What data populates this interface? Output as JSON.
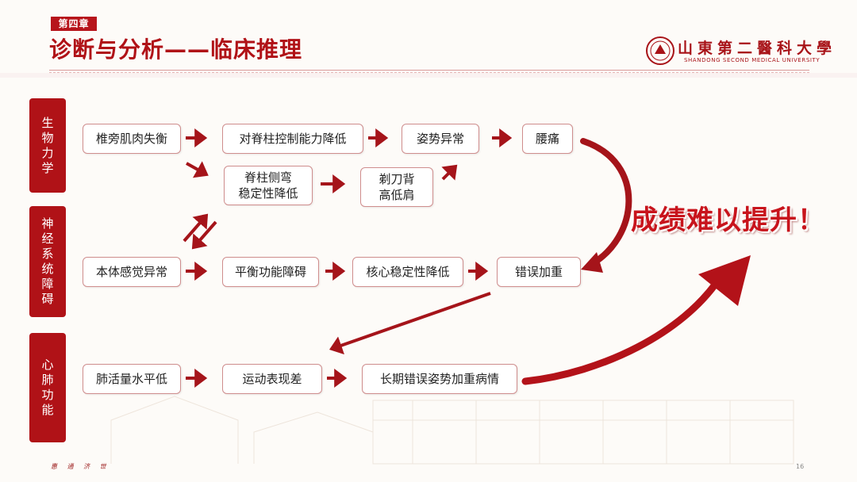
{
  "header": {
    "chapter": "第四章",
    "title": "诊断与分析——临床推理"
  },
  "logo": {
    "name_cn": "山東第二醫科大學",
    "name_en": "SHANDONG SECOND MEDICAL UNIVERSITY"
  },
  "categories": [
    "生物力学",
    "神经系统障碍",
    "心肺功能"
  ],
  "nodes": {
    "n1": "椎旁肌肉失衡",
    "n2": "对脊柱控制能力降低",
    "n3": "姿势异常",
    "n4": "腰痛",
    "n5a": "脊柱侧弯",
    "n5b": "稳定性降低",
    "n6a": "剃刀背",
    "n6b": "高低肩",
    "n7": "本体感觉异常",
    "n8": "平衡功能障碍",
    "n9": "核心稳定性降低",
    "n10": "错误加重",
    "n11": "肺活量水平低",
    "n12": "运动表现差",
    "n13": "长期错误姿势加重病情"
  },
  "slogan": "成绩难以提升！",
  "footer": {
    "motto": "惠 通 济 世",
    "page_number": "16"
  },
  "colors": {
    "brand_red": "#b01217",
    "arrow_red": "#a5141a",
    "node_border": "#cf8d8d"
  }
}
